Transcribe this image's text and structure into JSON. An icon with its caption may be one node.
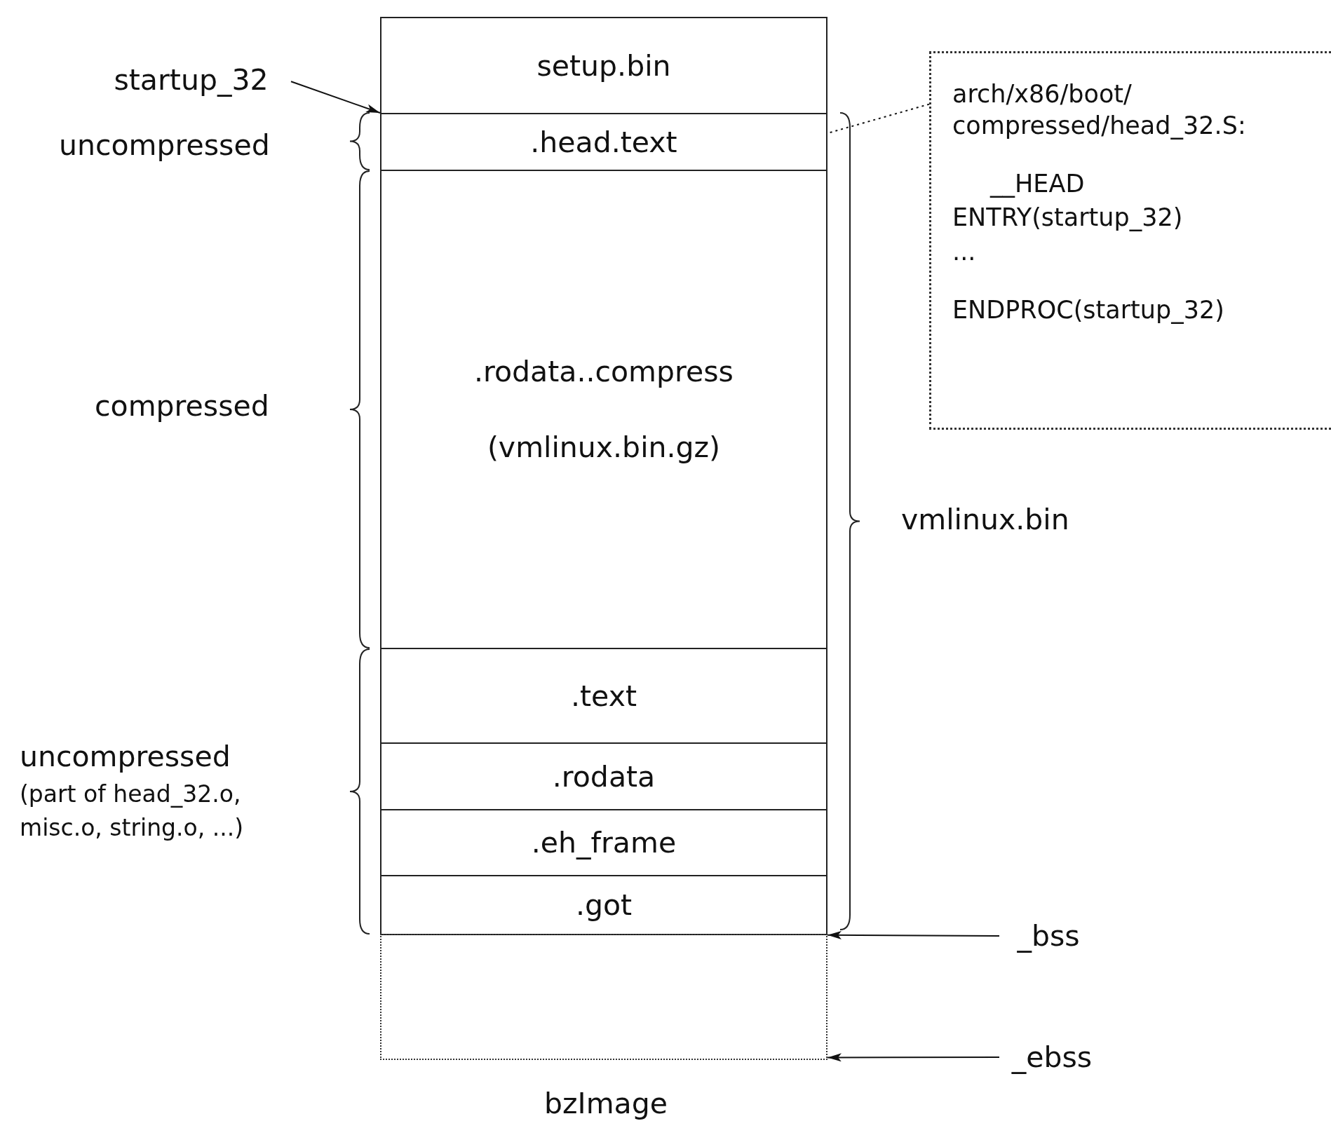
{
  "diagram": {
    "nodes": [
      {
        "text": [
          "setup.bin"
        ]
      },
      {
        "text": [
          ".head.text"
        ]
      },
      {
        "text": [
          ".rodata..compress",
          "(vmlinux.bin.gz)"
        ]
      },
      {
        "text": [
          ".text"
        ]
      },
      {
        "text": [
          ".rodata"
        ]
      },
      {
        "text": [
          ".eh_frame"
        ]
      },
      {
        "text": [
          ".got"
        ]
      },
      {
        "text": [],
        "shape": "box"
      },
      {
        "text": [
          "startup_32"
        ]
      },
      {
        "text": [
          "arch/x86/boot/ compressed/head_32.S:",
          "__HEAD",
          "ENTRY(startup_32)",
          "...",
          "ENDPROC(startup_32)"
        ]
      },
      {
        "text": [
          "_bss"
        ]
      },
      {
        "text": [
          "_ebss"
        ]
      }
    ],
    "edges": [
      {
        "from": 8,
        "to": 1,
        "arrow": "to"
      },
      {
        "from": 9,
        "to": 1,
        "arrow": "none",
        "style": "dashed"
      },
      {
        "from": 10,
        "to": 7,
        "arrow": "to"
      },
      {
        "from": 11,
        "to": 7,
        "arrow": "to"
      }
    ],
    "labels": [
      "uncompressed",
      "compressed",
      "uncompressed (part of head_32.o, misc.o, string.o, ...)",
      "vmlinux.bin",
      "bzImage"
    ]
  }
}
